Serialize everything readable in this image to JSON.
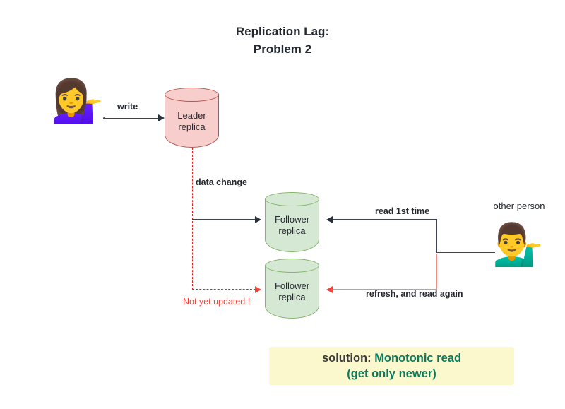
{
  "title": "Replication Lag:\nProblem 2",
  "actors": {
    "writer": {
      "icon": "woman-tipping-hand-emoji",
      "glyph": "💁‍♀️"
    },
    "reader": {
      "icon": "man-tipping-hand-emoji",
      "glyph": "💁‍♂️",
      "label": "other person"
    }
  },
  "nodes": {
    "leader": {
      "label": "Leader\nreplica",
      "fill": "#f8cecc",
      "stroke": "#b85450"
    },
    "follower_1": {
      "label": "Follower\nreplica",
      "fill": "#d5e8d4",
      "stroke": "#82b366"
    },
    "follower_2": {
      "label": "Follower\nreplica",
      "fill": "#d5e8d4",
      "stroke": "#82b366"
    }
  },
  "edges": {
    "write": "write",
    "data_change": "data change",
    "read_first_time": "read 1st time",
    "refresh_read_again": "refresh, and read again",
    "not_yet_updated": "Not yet updated !"
  },
  "solution": {
    "prefix": "solution: ",
    "answer": "Monotonic read\n(get only newer)",
    "box_color": "#fcf8cd",
    "answer_color": "#0b7a5d"
  }
}
